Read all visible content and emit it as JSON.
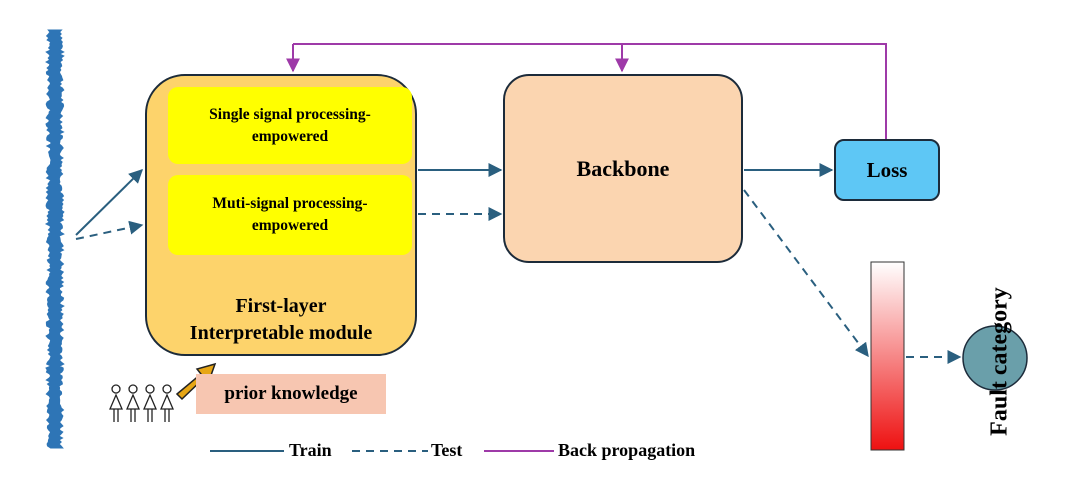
{
  "modules": {
    "first_layer_line1": "First-layer",
    "first_layer_line2": "Interpretable module",
    "single_line1": "Single signal processing-",
    "single_line2": "empowered",
    "multi_line1": "Muti-signal processing-",
    "multi_line2": "empowered",
    "backbone": "Backbone",
    "loss": "Loss",
    "prior_knowledge": "prior knowledge",
    "fault_category": "Fault category"
  },
  "legend": {
    "train": "Train",
    "test": "Test",
    "back_propagation": "Back propagation"
  },
  "colors": {
    "train_line": "#2a5f7f",
    "back_propagation_line": "#9e3aa8",
    "signal": "#2e75b6",
    "first_layer_fill": "#fdd36b",
    "sub_module_fill": "#ffff00",
    "backbone_fill": "#fbd5b0",
    "loss_fill": "#5ec7f5",
    "prior_fill": "#f7c6b1",
    "output_circle": "#6a9faa",
    "arrow_orange": "#e7a615",
    "gradient_top": "#ffffff",
    "gradient_bottom": "#ee1111"
  },
  "icons": [
    "people-icon",
    "signal-waveform",
    "gradient-bar",
    "fault-circle"
  ]
}
